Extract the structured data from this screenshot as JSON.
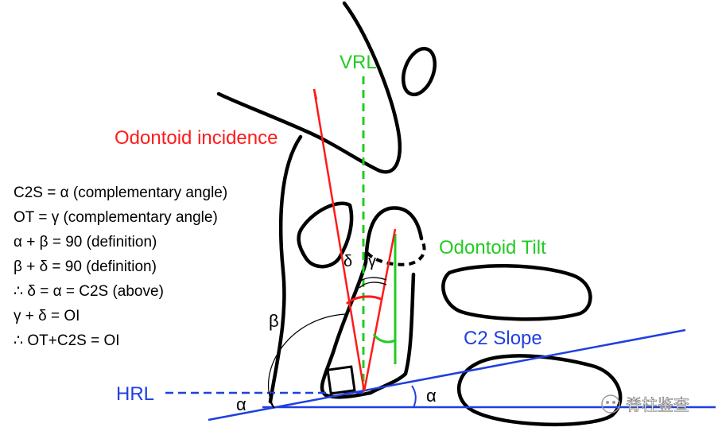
{
  "labels": {
    "vrl": "VRL",
    "odontoid_incidence": "Odontoid incidence",
    "odontoid_tilt": "Odontoid Tilt",
    "c2_slope": "C2 Slope",
    "hrl": "HRL"
  },
  "greek": {
    "alpha_left": "α",
    "alpha_right": "α",
    "beta": "β",
    "delta": "δ",
    "gamma": "γ"
  },
  "equations": [
    "C2S = α (complementary angle)",
    "OT = γ (complementary angle)",
    "α + β = 90 (definition)",
    "β + δ = 90 (definition)",
    "∴ δ = α = C2S (above)",
    "γ + δ = OI",
    "∴ OT+C2S = OI"
  ],
  "watermark": "脊柱鉴查",
  "colors": {
    "red": "#ff1a1a",
    "green": "#22cc22",
    "blue": "#1f3fe0",
    "black": "#000000"
  }
}
